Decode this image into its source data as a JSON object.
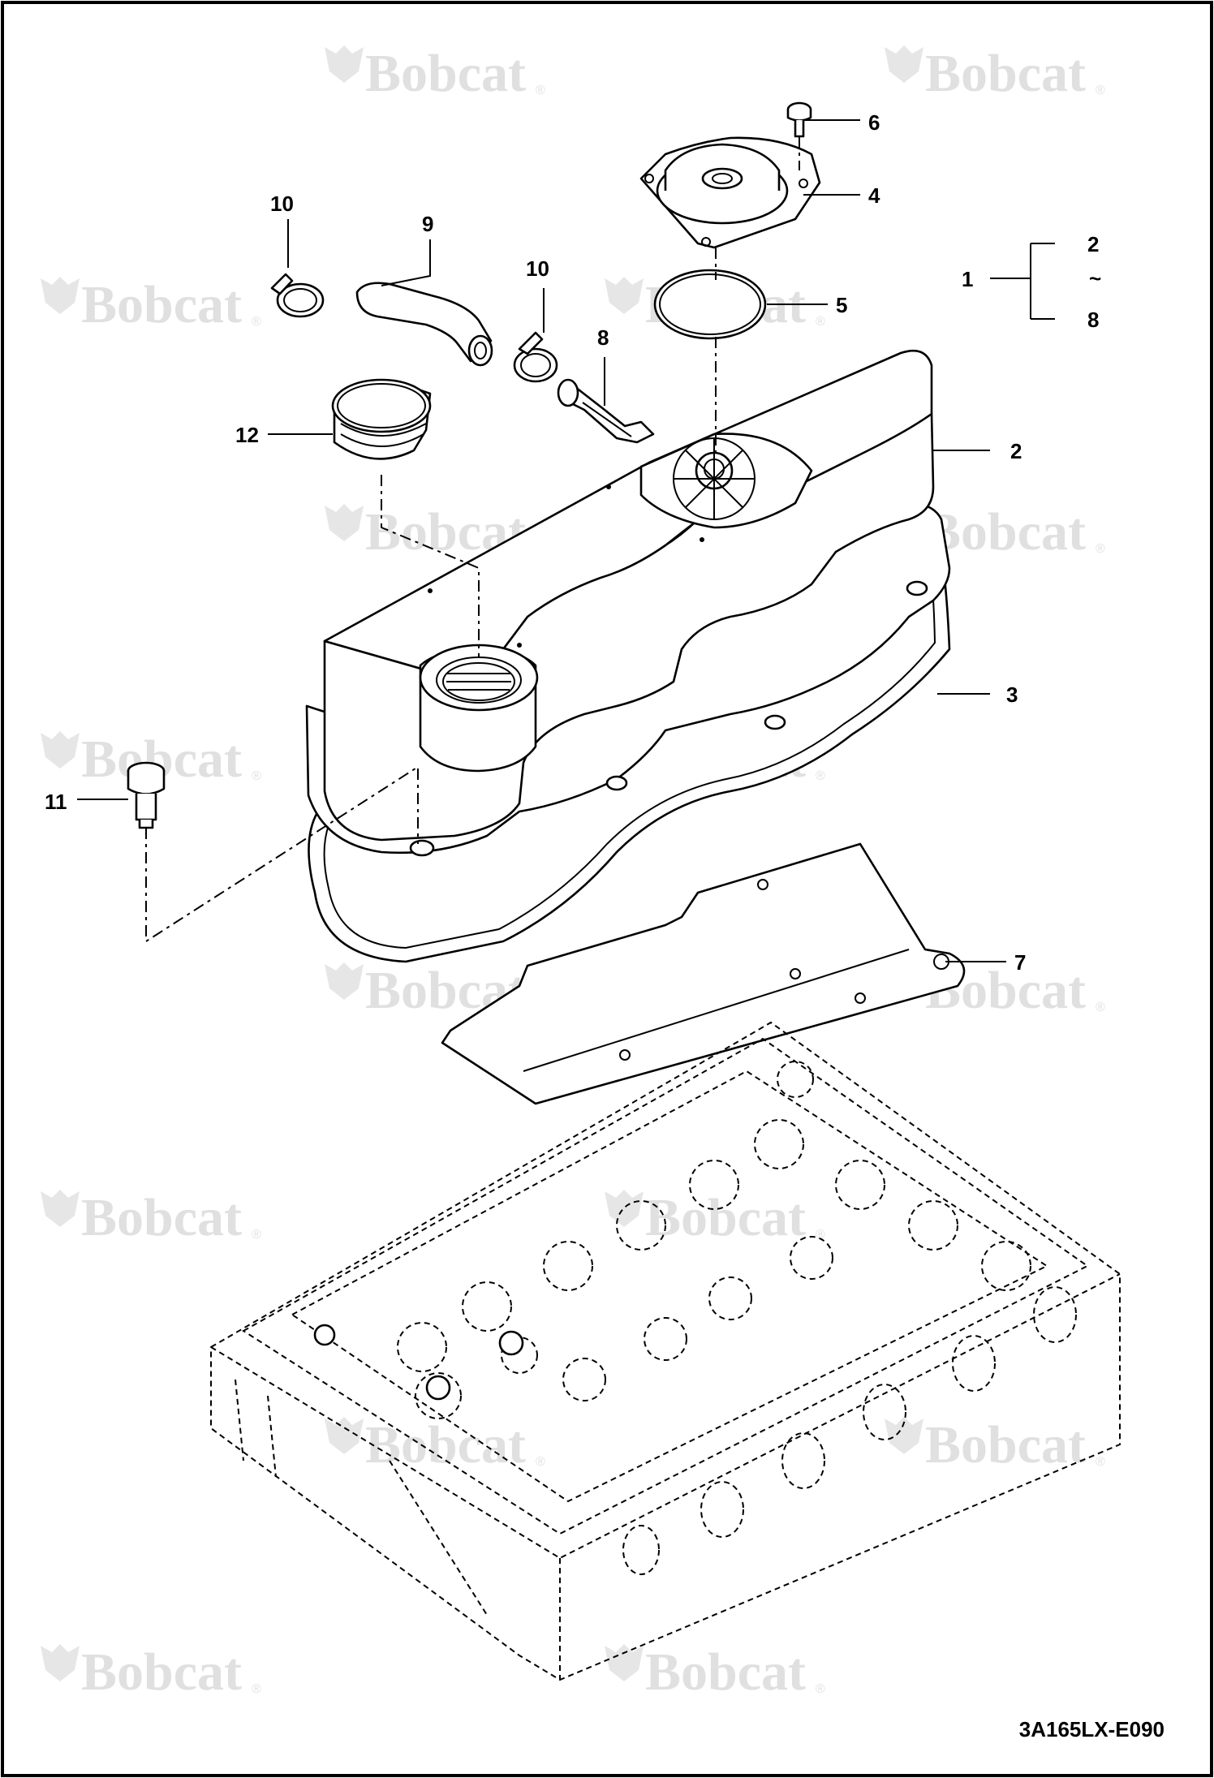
{
  "watermark": {
    "text": "Bobcat",
    "mark": "®"
  },
  "callouts": {
    "c1": "1",
    "c2_range_from": "2",
    "c2_range_tilde": "~",
    "c2_range_to": "8",
    "c2": "2",
    "c3": "3",
    "c4": "4",
    "c5": "5",
    "c6": "6",
    "c7": "7",
    "c8": "8",
    "c9": "9",
    "c10a": "10",
    "c10b": "10",
    "c11": "11",
    "c12": "12"
  },
  "drawing_code": "3A165LX-E090"
}
